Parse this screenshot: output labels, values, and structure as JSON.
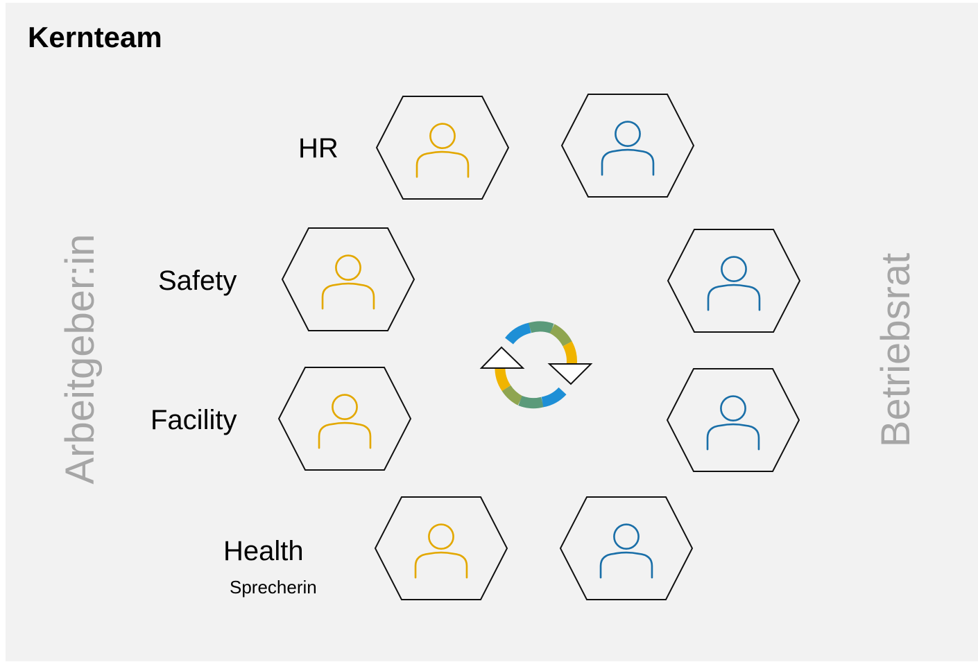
{
  "title": "Kernteam",
  "left_group": {
    "label": "Arbeitgeber:in",
    "color": "#f0b400"
  },
  "right_group": {
    "label": "Betriebsrat",
    "color": "#1a6fa8"
  },
  "roles": [
    {
      "label": "HR"
    },
    {
      "label": "Safety"
    },
    {
      "label": "Facility"
    },
    {
      "label": "Health",
      "sublabel": "Sprecherin"
    }
  ],
  "icons": {
    "person": "person-icon",
    "cycle": "cycle-arrows-icon"
  },
  "cycle_colors": [
    "#f0b400",
    "#8fa550",
    "#5b9a7a",
    "#1e8fd6"
  ]
}
